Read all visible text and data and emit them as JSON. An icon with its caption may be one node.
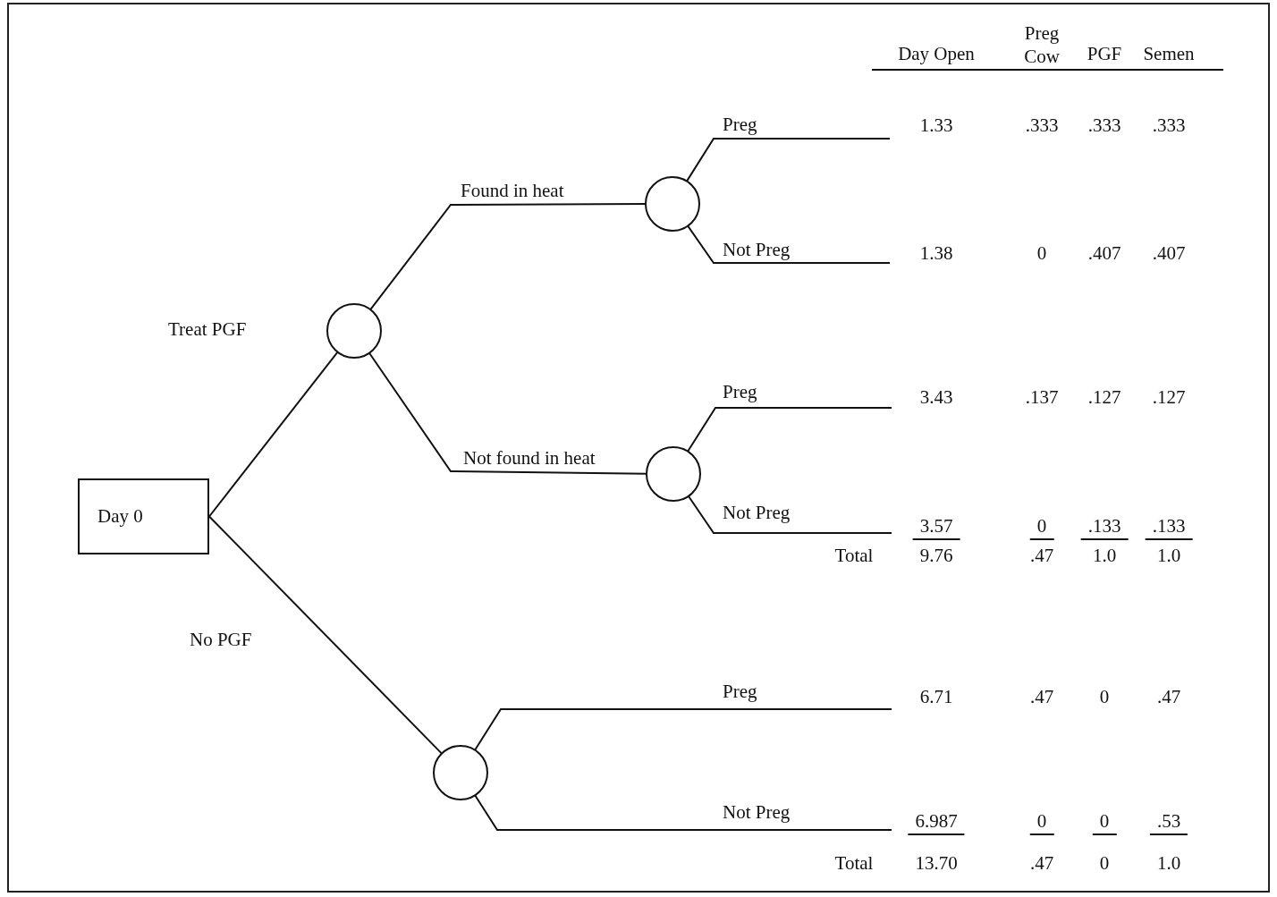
{
  "diagram": {
    "nodes": [
      {
        "text": [
          "Day 0"
        ]
      },
      {
        "text": [],
        "shape": "circle"
      },
      {
        "text": [],
        "shape": "circle"
      },
      {
        "text": [],
        "shape": "circle"
      },
      {
        "text": [],
        "shape": "circle"
      }
    ],
    "edges": [
      {
        "from": 0,
        "to": 1,
        "arrow": "none",
        "label": "Treat PGF"
      },
      {
        "from": 0,
        "to": 4,
        "arrow": "none",
        "label": "No PGF"
      },
      {
        "from": 1,
        "to": 2,
        "arrow": "none",
        "label": "Found in heat"
      },
      {
        "from": 1,
        "to": 3,
        "arrow": "none",
        "label": "Not found in heat"
      },
      {
        "from": 2,
        "to": null,
        "arrow": "none",
        "label": "Preg"
      },
      {
        "from": 2,
        "to": null,
        "arrow": "none",
        "label": "Not Preg"
      },
      {
        "from": 3,
        "to": null,
        "arrow": "none",
        "label": "Preg"
      },
      {
        "from": 3,
        "to": null,
        "arrow": "none",
        "label": "Not Preg"
      },
      {
        "from": 4,
        "to": null,
        "arrow": "none",
        "label": "Preg"
      },
      {
        "from": 4,
        "to": null,
        "arrow": "none",
        "label": "Not Preg"
      }
    ],
    "labels": [
      "Day Open",
      "Preg Cow",
      "PGF",
      "Semen",
      "1.33",
      ".333",
      ".333",
      ".333",
      "1.38",
      "0",
      ".407",
      ".407",
      "3.43",
      ".137",
      ".127",
      ".127",
      "3.57",
      "0",
      ".133",
      ".133",
      "Total",
      "9.76",
      ".47",
      "1.0",
      "1.0",
      "6.71",
      ".47",
      "0",
      ".47",
      "6.987",
      "0",
      "0",
      ".53",
      "Total",
      "13.70",
      ".47",
      "0",
      "1.0"
    ]
  }
}
